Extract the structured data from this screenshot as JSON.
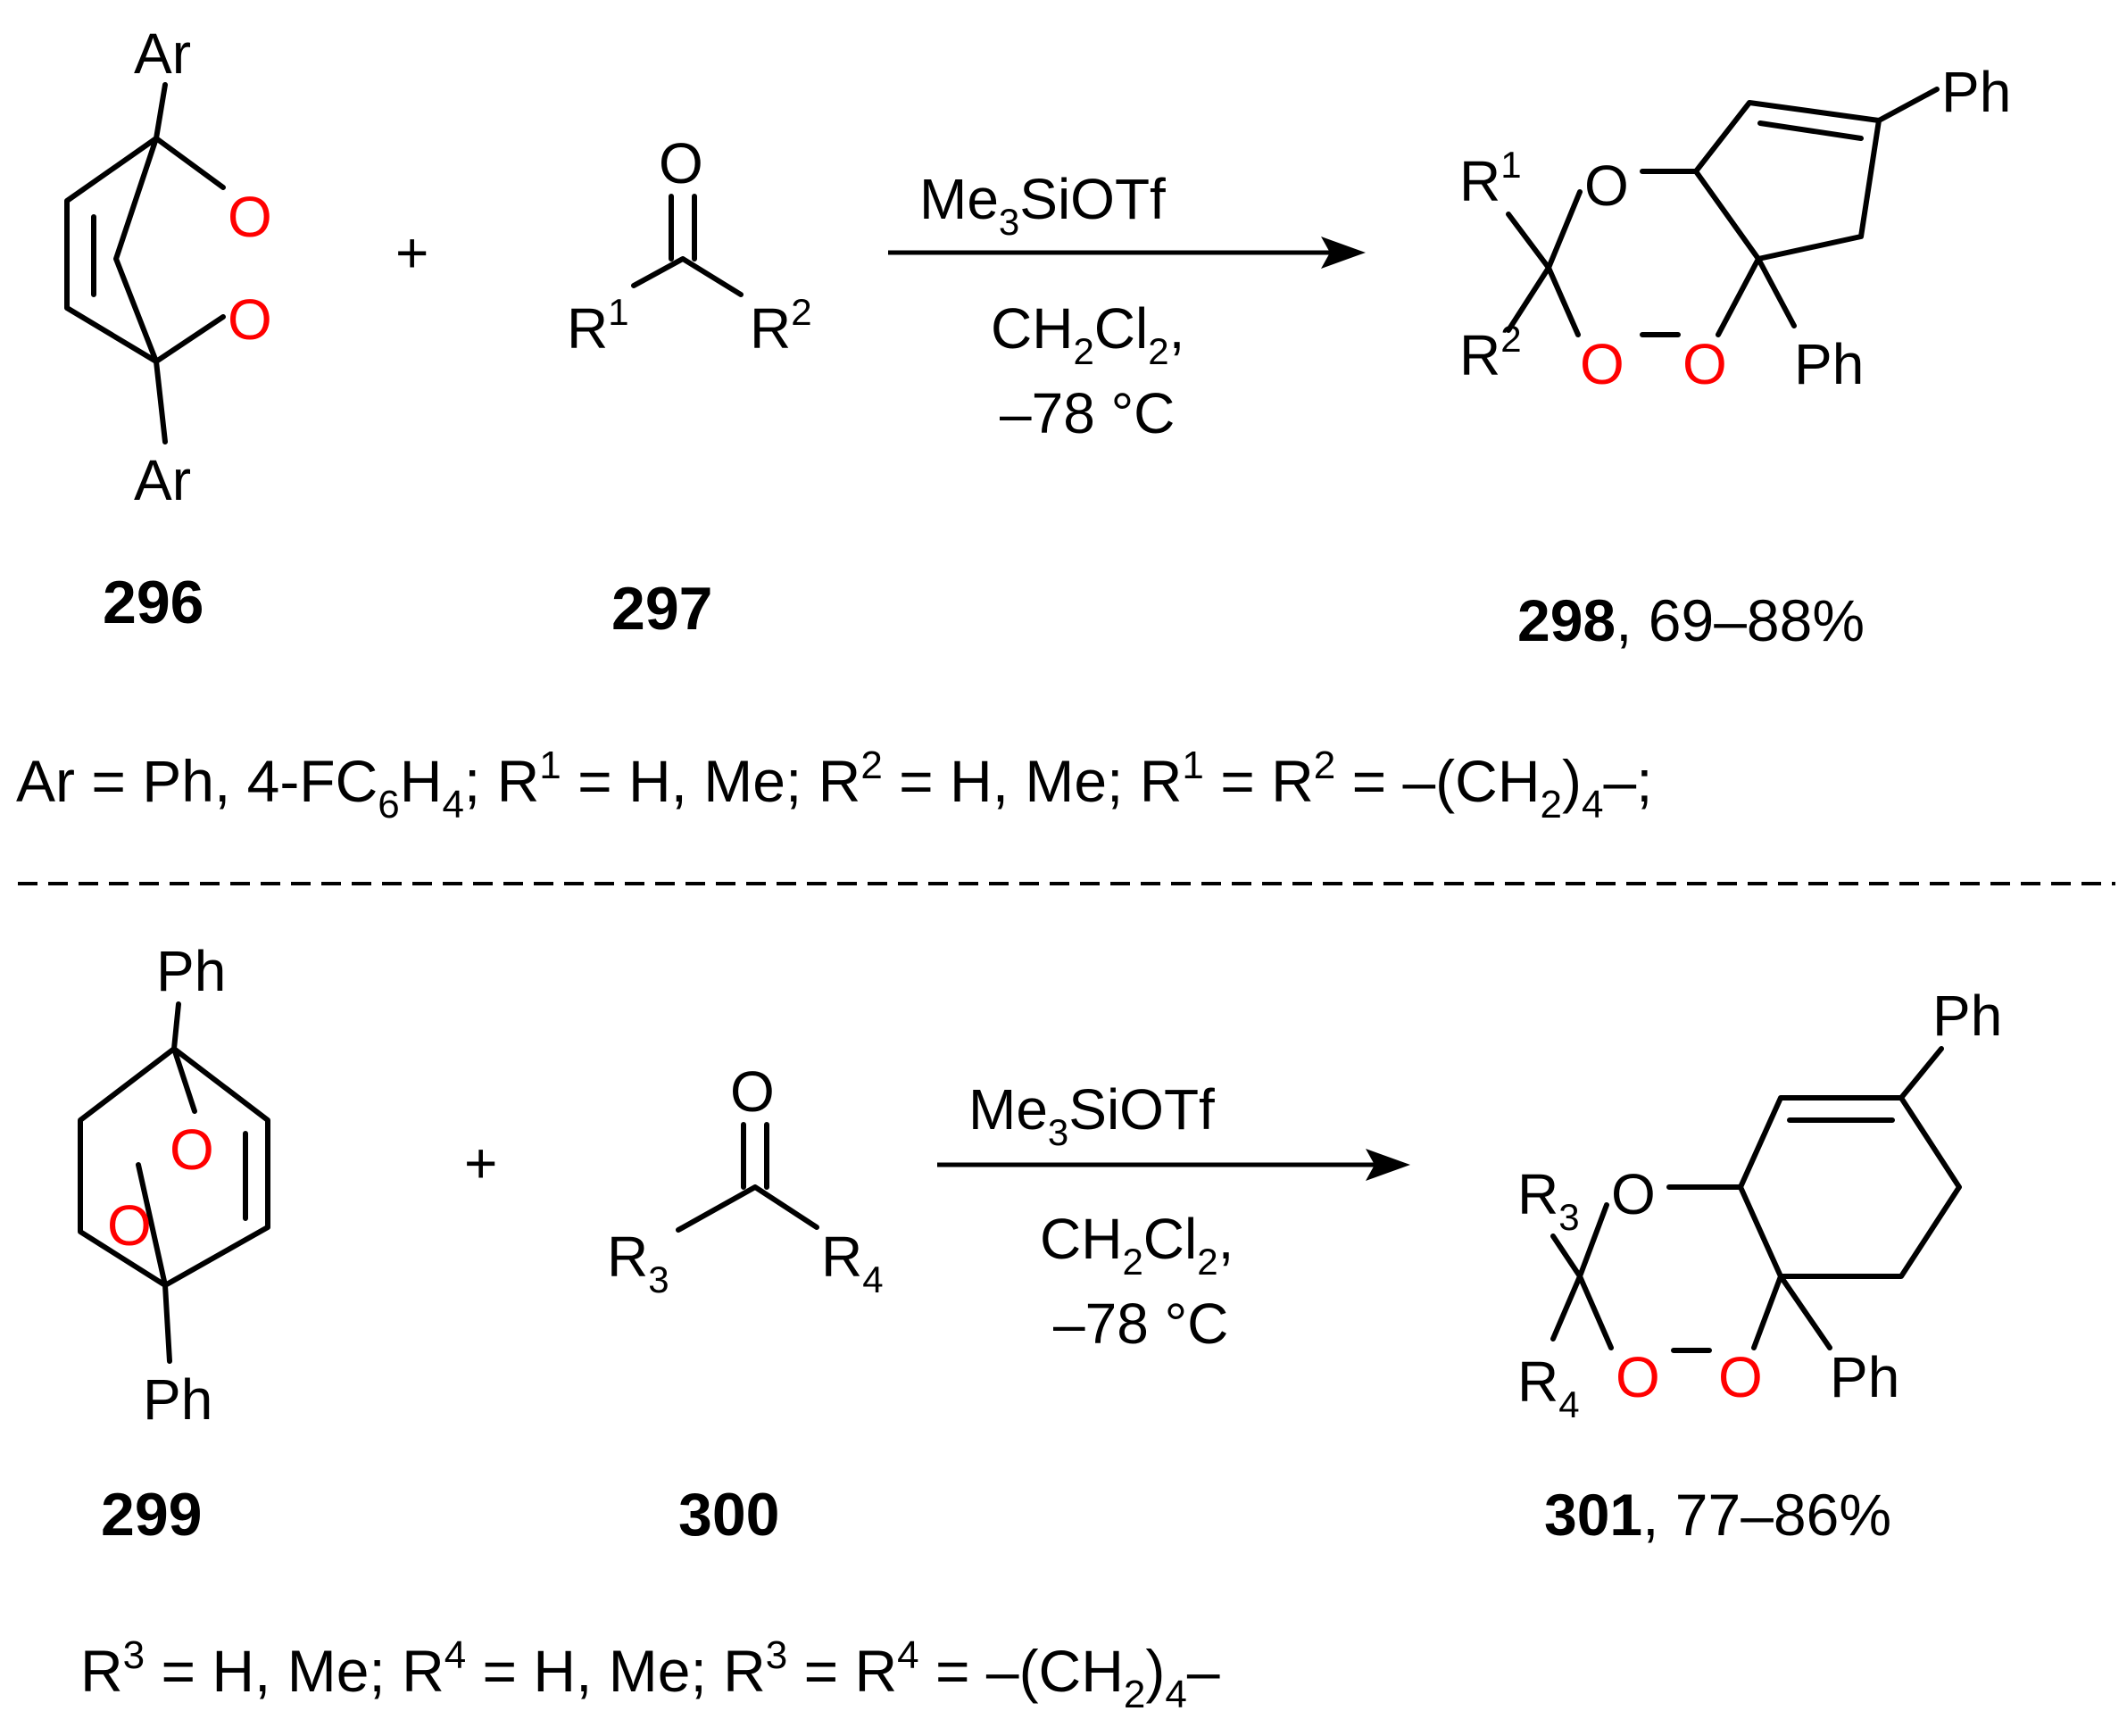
{
  "reaction1": {
    "reactant1": {
      "label": "296",
      "ar_top": "Ar",
      "ar_bottom": "Ar",
      "o1": "O",
      "o2": "O"
    },
    "plus": "+",
    "reactant2": {
      "label": "297",
      "o": "O",
      "r1": "R",
      "r1_sup": "1",
      "r2": "R",
      "r2_sup": "2"
    },
    "arrow": {
      "reagent": "Me",
      "reagent_sub": "3",
      "reagent_tail": "SiOTf",
      "solvent": "CH",
      "solvent_sub1": "2",
      "solvent_mid": "Cl",
      "solvent_sub2": "2",
      "solvent_tail": ",",
      "temperature": "–78 °C"
    },
    "product": {
      "label": "298",
      "yield": ", 69–88%",
      "ph_top": "Ph",
      "ph_bottom": "Ph",
      "r1": "R",
      "r1_sup": "1",
      "r2": "R",
      "r2_sup": "2",
      "o_top": "O",
      "o_left": "O",
      "o_right": "O"
    },
    "conditions_line": {
      "a": "Ar = Ph, 4-FC",
      "a_sub1": "6",
      "b": "H",
      "b_sub": "4",
      "c": "; R",
      "c_sup": "1",
      "d": " = H, Me; R",
      "d_sup": "2",
      "e": " = H, Me; R",
      "e_sup": "1",
      "f": " = R",
      "f_sup": "2",
      "g": " = –(CH",
      "g_sub": "2",
      "h": ")",
      "h_sub": "4",
      "i": "–;"
    }
  },
  "reaction2": {
    "reactant1": {
      "label": "299",
      "ph_top": "Ph",
      "ph_bottom": "Ph",
      "o1": "O",
      "o2": "O"
    },
    "plus": "+",
    "reactant2": {
      "label": "300",
      "o": "O",
      "r3": "R",
      "r3_sub": "3",
      "r4": "R",
      "r4_sub": "4"
    },
    "arrow": {
      "reagent": "Me",
      "reagent_sub": "3",
      "reagent_tail": "SiOTf",
      "solvent": "CH",
      "solvent_sub1": "2",
      "solvent_mid": "Cl",
      "solvent_sub2": "2",
      "solvent_tail": ",",
      "temperature": "–78 °C"
    },
    "product": {
      "label": "301",
      "yield": ", 77–86%",
      "ph_top": "Ph",
      "ph_bottom": "Ph",
      "r3": "R",
      "r3_sub": "3",
      "r4": "R",
      "r4_sub": "4",
      "o_top": "O",
      "o_left": "O",
      "o_right": "O"
    },
    "conditions_line": {
      "a": "R",
      "a_sup": "3",
      "b": " = H, Me; R",
      "b_sup": "4",
      "c": " = H, Me; R",
      "c_sup": "3",
      "d": " = R",
      "d_sup": "4",
      "e": " = –(CH",
      "e_sub": "2",
      "f": ")",
      "f_sub": "4",
      "g": "–"
    }
  }
}
